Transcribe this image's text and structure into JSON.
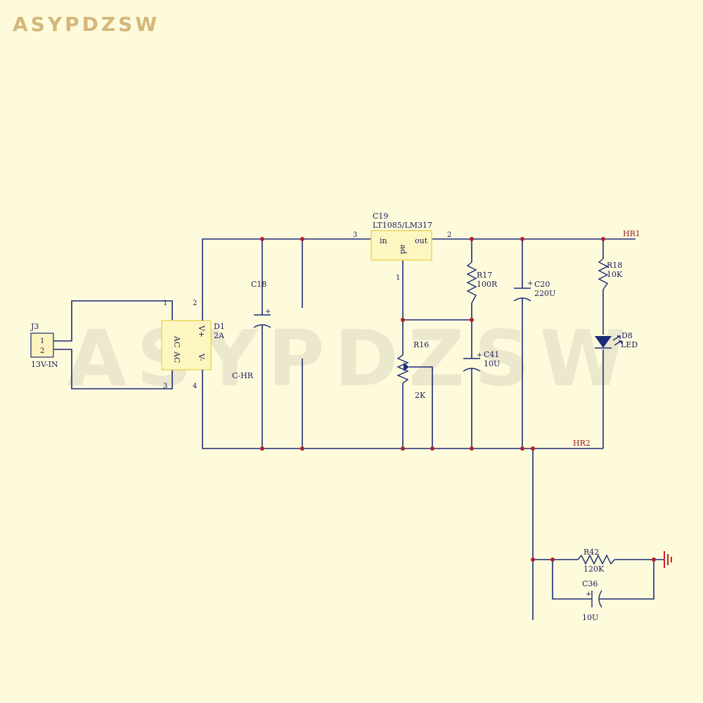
{
  "brand": {
    "logo_text": "ASYPDZSW",
    "watermark_text": "ASYPDZSW"
  },
  "components": {
    "j3": {
      "ref": "J3",
      "value": "13V-IN",
      "pin1": "1",
      "pin2": "2"
    },
    "d1": {
      "ref": "D1",
      "value": "2A",
      "ac1": "AC",
      "ac2": "AC",
      "vplus": "V+",
      "vminus": "V-",
      "pin1": "1",
      "pin2": "2",
      "pin3": "3",
      "pin4": "4"
    },
    "c18": {
      "ref": "C18",
      "value": "C-HR",
      "polarity": "+"
    },
    "c19": {
      "ref": "C19",
      "value": "LT1085/LM317",
      "in": "in",
      "out": "out",
      "adj": "ad",
      "pin3": "3",
      "pin2": "2",
      "pin1": "1"
    },
    "r16": {
      "ref": "R16",
      "value": "2K"
    },
    "r17": {
      "ref": "R17",
      "value": "100R"
    },
    "c41": {
      "ref": "C41",
      "value": "10U",
      "polarity": "+"
    },
    "c20": {
      "ref": "C20",
      "value": "220U",
      "polarity": "+"
    },
    "r18": {
      "ref": "R18",
      "value": "10K"
    },
    "d8": {
      "ref": "D8",
      "value": "LED"
    },
    "r42": {
      "ref": "R42",
      "value": "120K"
    },
    "c36": {
      "ref": "C36",
      "value": "10U",
      "polarity": "+"
    }
  },
  "nets": {
    "hr1": "HR1",
    "hr2": "HR2"
  },
  "colors": {
    "wire": "#1c2a78",
    "junction": "#b0202a",
    "net_label": "#8b1a1a",
    "ground": "#cc2020",
    "highlight_box": "#e8d75a",
    "background": "#fdfbdc"
  }
}
